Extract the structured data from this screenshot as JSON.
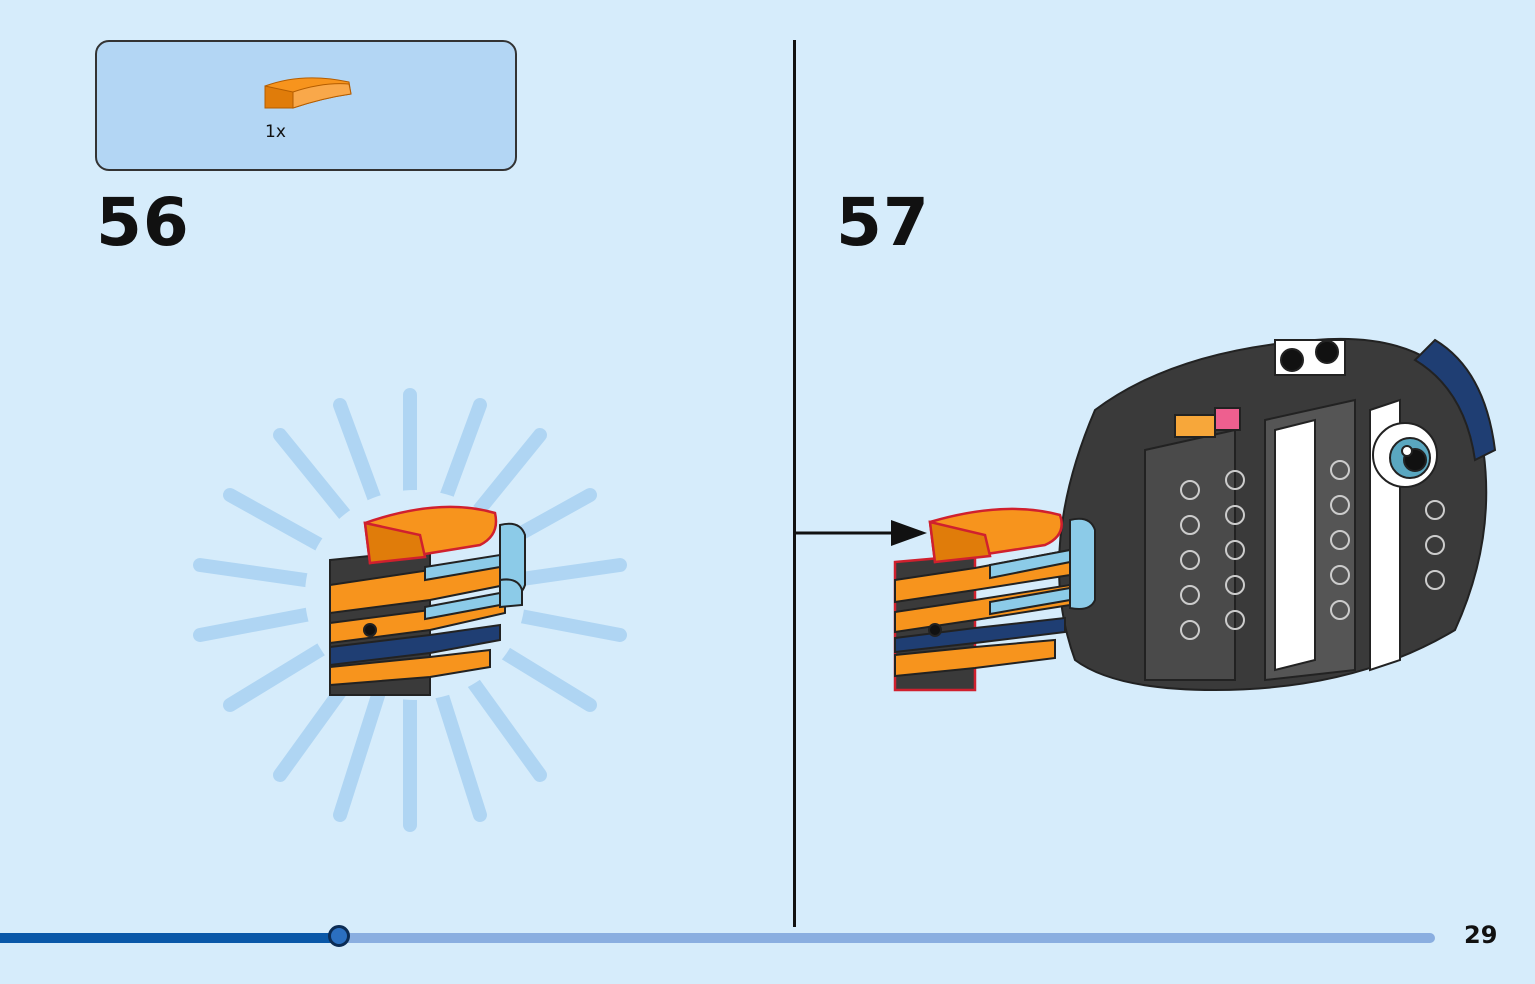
{
  "parts_list": {
    "quantity": "1x",
    "brick_icon": "orange-curved-slope-brick-icon",
    "brick_color": "#f7941d"
  },
  "steps": [
    {
      "number": "56"
    },
    {
      "number": "57"
    }
  ],
  "progress": {
    "value": 0.236
  },
  "page": {
    "number": "29"
  },
  "colors": {
    "background": "#d6ecfb",
    "parts_box": "#b3d6f4",
    "orange": "#f7941d",
    "light_blue_piece": "#8ccbe8",
    "dark_blue": "#1f3e73",
    "black_piece": "#3a3a3a",
    "highlight_red": "#d0202e",
    "progress_fill": "#0a58a8",
    "progress_track": "#8aaee0"
  }
}
